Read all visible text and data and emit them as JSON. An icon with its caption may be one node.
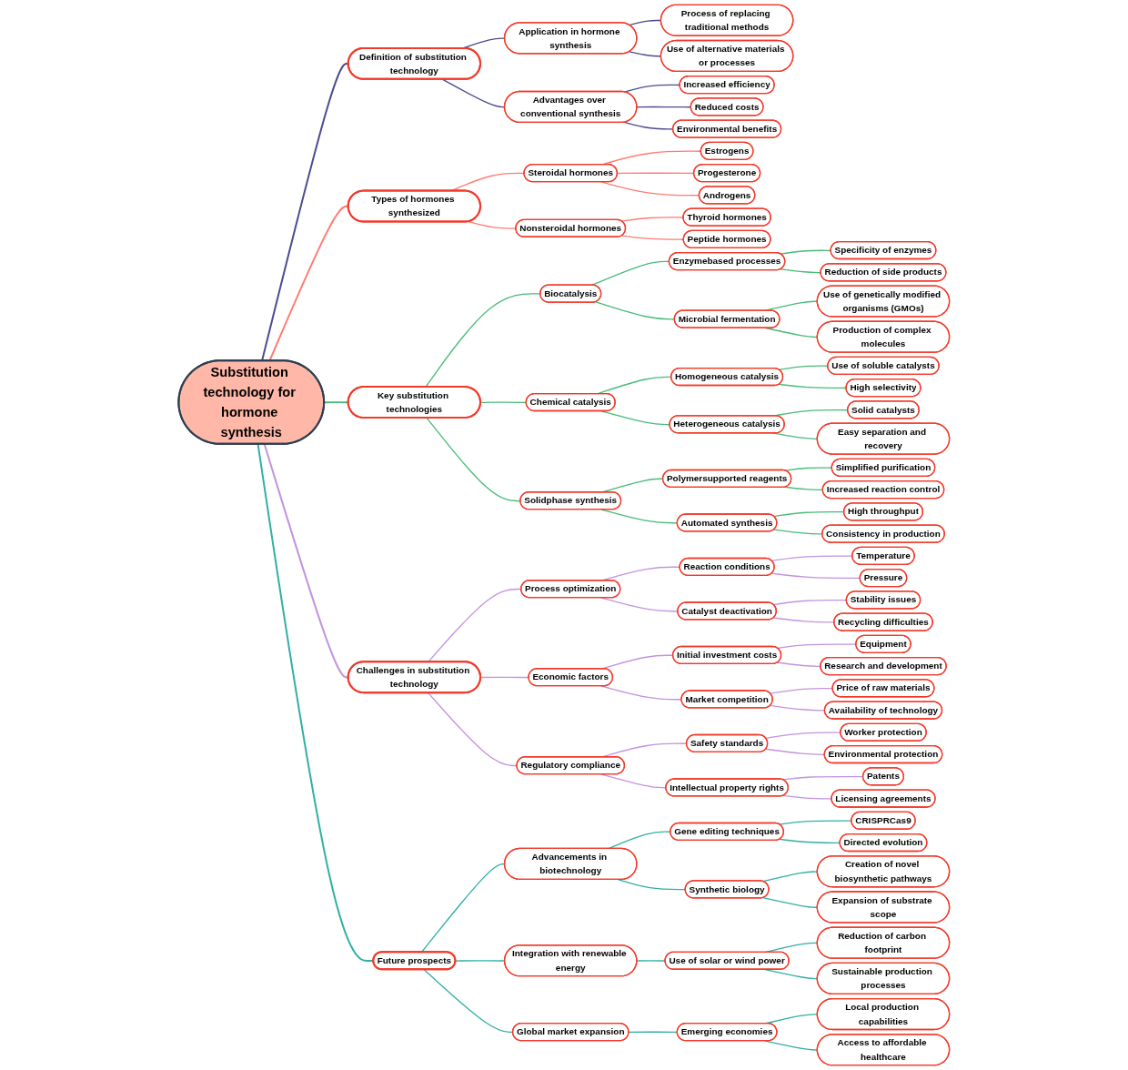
{
  "diagram": {
    "nodes": [
      {
        "text": [
          "Substitution technology for hormone synthesis"
        ]
      },
      {
        "text": [
          "Definition of substitution technology"
        ]
      },
      {
        "text": [
          "Application in hormone synthesis"
        ]
      },
      {
        "text": [
          "Process of replacing traditional methods"
        ]
      },
      {
        "text": [
          "Use of alternative materials or processes"
        ]
      },
      {
        "text": [
          "Advantages over conventional synthesis"
        ]
      },
      {
        "text": [
          "Increased efficiency"
        ]
      },
      {
        "text": [
          "Reduced costs"
        ]
      },
      {
        "text": [
          "Environmental benefits"
        ]
      },
      {
        "text": [
          "Types of hormones synthesized"
        ]
      },
      {
        "text": [
          "Steroidal hormones"
        ]
      },
      {
        "text": [
          "Estrogens"
        ]
      },
      {
        "text": [
          "Progesterone"
        ]
      },
      {
        "text": [
          "Androgens"
        ]
      },
      {
        "text": [
          "Nonsteroidal hormones"
        ]
      },
      {
        "text": [
          "Thyroid hormones"
        ]
      },
      {
        "text": [
          "Peptide hormones"
        ]
      },
      {
        "text": [
          "Key substitution technologies"
        ]
      },
      {
        "text": [
          "Biocatalysis"
        ]
      },
      {
        "text": [
          "Enzymebased processes"
        ]
      },
      {
        "text": [
          "Specificity of enzymes"
        ]
      },
      {
        "text": [
          "Reduction of side products"
        ]
      },
      {
        "text": [
          "Microbial fermentation"
        ]
      },
      {
        "text": [
          "Use of genetically modified organisms (GMOs)"
        ]
      },
      {
        "text": [
          "Production of complex molecules"
        ]
      },
      {
        "text": [
          "Chemical catalysis"
        ]
      },
      {
        "text": [
          "Homogeneous catalysis"
        ]
      },
      {
        "text": [
          "Use of soluble catalysts"
        ]
      },
      {
        "text": [
          "High selectivity"
        ]
      },
      {
        "text": [
          "Heterogeneous catalysis"
        ]
      },
      {
        "text": [
          "Solid catalysts"
        ]
      },
      {
        "text": [
          "Easy separation and recovery"
        ]
      },
      {
        "text": [
          "Solidphase synthesis"
        ]
      },
      {
        "text": [
          "Polymersupported reagents"
        ]
      },
      {
        "text": [
          "Simplified purification"
        ]
      },
      {
        "text": [
          "Increased reaction control"
        ]
      },
      {
        "text": [
          "Automated synthesis"
        ]
      },
      {
        "text": [
          "High throughput"
        ]
      },
      {
        "text": [
          "Consistency in production"
        ]
      },
      {
        "text": [
          "Challenges in substitution technology"
        ]
      },
      {
        "text": [
          "Process optimization"
        ]
      },
      {
        "text": [
          "Reaction conditions"
        ]
      },
      {
        "text": [
          "Temperature"
        ]
      },
      {
        "text": [
          "Pressure"
        ]
      },
      {
        "text": [
          "Catalyst deactivation"
        ]
      },
      {
        "text": [
          "Stability issues"
        ]
      },
      {
        "text": [
          "Recycling difficulties"
        ]
      },
      {
        "text": [
          "Economic factors"
        ]
      },
      {
        "text": [
          "Initial investment costs"
        ]
      },
      {
        "text": [
          "Equipment"
        ]
      },
      {
        "text": [
          "Research and development"
        ]
      },
      {
        "text": [
          "Market competition"
        ]
      },
      {
        "text": [
          "Price of raw materials"
        ]
      },
      {
        "text": [
          "Availability of technology"
        ]
      },
      {
        "text": [
          "Regulatory compliance"
        ]
      },
      {
        "text": [
          "Safety standards"
        ]
      },
      {
        "text": [
          "Worker protection"
        ]
      },
      {
        "text": [
          "Environmental protection"
        ]
      },
      {
        "text": [
          "Intellectual property rights"
        ]
      },
      {
        "text": [
          "Patents"
        ]
      },
      {
        "text": [
          "Licensing agreements"
        ]
      },
      {
        "text": [
          "Future prospects"
        ]
      },
      {
        "text": [
          "Advancements in biotechnology"
        ]
      },
      {
        "text": [
          "Gene editing techniques"
        ]
      },
      {
        "text": [
          "CRISPRCas9"
        ]
      },
      {
        "text": [
          "Directed evolution"
        ]
      },
      {
        "text": [
          "Synthetic biology"
        ]
      },
      {
        "text": [
          "Creation of novel biosynthetic pathways"
        ]
      },
      {
        "text": [
          "Expansion of substrate scope"
        ]
      },
      {
        "text": [
          "Integration with renewable energy"
        ]
      },
      {
        "text": [
          "Use of solar or wind power"
        ]
      },
      {
        "text": [
          "Reduction of carbon footprint"
        ]
      },
      {
        "text": [
          "Sustainable production processes"
        ]
      },
      {
        "text": [
          "Global market expansion"
        ]
      },
      {
        "text": [
          "Emerging economies"
        ]
      },
      {
        "text": [
          "Local production capabilities"
        ]
      },
      {
        "text": [
          "Access to affordable healthcare"
        ]
      }
    ],
    "edges": [
      {
        "from": 0,
        "to": 1,
        "arrow": "none",
        "color": "#4b4b8f"
      },
      {
        "from": 1,
        "to": 2,
        "arrow": "none",
        "color": "#4b4b8f"
      },
      {
        "from": 2,
        "to": 3,
        "arrow": "none",
        "color": "#4b4b8f"
      },
      {
        "from": 2,
        "to": 4,
        "arrow": "none",
        "color": "#4b4b8f"
      },
      {
        "from": 1,
        "to": 5,
        "arrow": "none",
        "color": "#4b4b8f"
      },
      {
        "from": 5,
        "to": 6,
        "arrow": "none",
        "color": "#4b4b8f"
      },
      {
        "from": 5,
        "to": 7,
        "arrow": "none",
        "color": "#4b4b8f"
      },
      {
        "from": 5,
        "to": 8,
        "arrow": "none",
        "color": "#4b4b8f"
      },
      {
        "from": 0,
        "to": 9,
        "arrow": "none",
        "color": "#ff7b72"
      },
      {
        "from": 9,
        "to": 10,
        "arrow": "none",
        "color": "#ff7b72"
      },
      {
        "from": 10,
        "to": 11,
        "arrow": "none",
        "color": "#ff7b72"
      },
      {
        "from": 10,
        "to": 12,
        "arrow": "none",
        "color": "#ff7b72"
      },
      {
        "from": 10,
        "to": 13,
        "arrow": "none",
        "color": "#ff7b72"
      },
      {
        "from": 9,
        "to": 14,
        "arrow": "none",
        "color": "#ff7b72"
      },
      {
        "from": 14,
        "to": 15,
        "arrow": "none",
        "color": "#ff7b72"
      },
      {
        "from": 14,
        "to": 16,
        "arrow": "none",
        "color": "#ff7b72"
      },
      {
        "from": 0,
        "to": 17,
        "arrow": "none",
        "color": "#48bb78"
      },
      {
        "from": 17,
        "to": 18,
        "arrow": "none",
        "color": "#48bb78"
      },
      {
        "from": 18,
        "to": 19,
        "arrow": "none",
        "color": "#48bb78"
      },
      {
        "from": 19,
        "to": 20,
        "arrow": "none",
        "color": "#48bb78"
      },
      {
        "from": 19,
        "to": 21,
        "arrow": "none",
        "color": "#48bb78"
      },
      {
        "from": 18,
        "to": 22,
        "arrow": "none",
        "color": "#48bb78"
      },
      {
        "from": 22,
        "to": 23,
        "arrow": "none",
        "color": "#48bb78"
      },
      {
        "from": 22,
        "to": 24,
        "arrow": "none",
        "color": "#48bb78"
      },
      {
        "from": 17,
        "to": 25,
        "arrow": "none",
        "color": "#48bb78"
      },
      {
        "from": 25,
        "to": 26,
        "arrow": "none",
        "color": "#48bb78"
      },
      {
        "from": 26,
        "to": 27,
        "arrow": "none",
        "color": "#48bb78"
      },
      {
        "from": 26,
        "to": 28,
        "arrow": "none",
        "color": "#48bb78"
      },
      {
        "from": 25,
        "to": 29,
        "arrow": "none",
        "color": "#48bb78"
      },
      {
        "from": 29,
        "to": 30,
        "arrow": "none",
        "color": "#48bb78"
      },
      {
        "from": 29,
        "to": 31,
        "arrow": "none",
        "color": "#48bb78"
      },
      {
        "from": 17,
        "to": 32,
        "arrow": "none",
        "color": "#48bb78"
      },
      {
        "from": 32,
        "to": 33,
        "arrow": "none",
        "color": "#48bb78"
      },
      {
        "from": 33,
        "to": 34,
        "arrow": "none",
        "color": "#48bb78"
      },
      {
        "from": 33,
        "to": 35,
        "arrow": "none",
        "color": "#48bb78"
      },
      {
        "from": 32,
        "to": 36,
        "arrow": "none",
        "color": "#48bb78"
      },
      {
        "from": 36,
        "to": 37,
        "arrow": "none",
        "color": "#48bb78"
      },
      {
        "from": 36,
        "to": 38,
        "arrow": "none",
        "color": "#48bb78"
      },
      {
        "from": 0,
        "to": 39,
        "arrow": "none",
        "color": "#c293e0"
      },
      {
        "from": 39,
        "to": 40,
        "arrow": "none",
        "color": "#c293e0"
      },
      {
        "from": 40,
        "to": 41,
        "arrow": "none",
        "color": "#c293e0"
      },
      {
        "from": 41,
        "to": 42,
        "arrow": "none",
        "color": "#c293e0"
      },
      {
        "from": 41,
        "to": 43,
        "arrow": "none",
        "color": "#c293e0"
      },
      {
        "from": 40,
        "to": 44,
        "arrow": "none",
        "color": "#c293e0"
      },
      {
        "from": 44,
        "to": 45,
        "arrow": "none",
        "color": "#c293e0"
      },
      {
        "from": 44,
        "to": 46,
        "arrow": "none",
        "color": "#c293e0"
      },
      {
        "from": 39,
        "to": 47,
        "arrow": "none",
        "color": "#c293e0"
      },
      {
        "from": 47,
        "to": 48,
        "arrow": "none",
        "color": "#c293e0"
      },
      {
        "from": 48,
        "to": 49,
        "arrow": "none",
        "color": "#c293e0"
      },
      {
        "from": 48,
        "to": 50,
        "arrow": "none",
        "color": "#c293e0"
      },
      {
        "from": 47,
        "to": 51,
        "arrow": "none",
        "color": "#c293e0"
      },
      {
        "from": 51,
        "to": 52,
        "arrow": "none",
        "color": "#c293e0"
      },
      {
        "from": 51,
        "to": 53,
        "arrow": "none",
        "color": "#c293e0"
      },
      {
        "from": 39,
        "to": 54,
        "arrow": "none",
        "color": "#c293e0"
      },
      {
        "from": 54,
        "to": 55,
        "arrow": "none",
        "color": "#c293e0"
      },
      {
        "from": 55,
        "to": 56,
        "arrow": "none",
        "color": "#c293e0"
      },
      {
        "from": 55,
        "to": 57,
        "arrow": "none",
        "color": "#c293e0"
      },
      {
        "from": 54,
        "to": 58,
        "arrow": "none",
        "color": "#c293e0"
      },
      {
        "from": 58,
        "to": 59,
        "arrow": "none",
        "color": "#c293e0"
      },
      {
        "from": 58,
        "to": 60,
        "arrow": "none",
        "color": "#c293e0"
      },
      {
        "from": 0,
        "to": 61,
        "arrow": "none",
        "color": "#2fb0a4"
      },
      {
        "from": 61,
        "to": 62,
        "arrow": "none",
        "color": "#2fb0a4"
      },
      {
        "from": 62,
        "to": 63,
        "arrow": "none",
        "color": "#2fb0a4"
      },
      {
        "from": 63,
        "to": 64,
        "arrow": "none",
        "color": "#2fb0a4"
      },
      {
        "from": 63,
        "to": 65,
        "arrow": "none",
        "color": "#2fb0a4"
      },
      {
        "from": 62,
        "to": 66,
        "arrow": "none",
        "color": "#2fb0a4"
      },
      {
        "from": 66,
        "to": 67,
        "arrow": "none",
        "color": "#2fb0a4"
      },
      {
        "from": 66,
        "to": 68,
        "arrow": "none",
        "color": "#2fb0a4"
      },
      {
        "from": 61,
        "to": 69,
        "arrow": "none",
        "color": "#2fb0a4"
      },
      {
        "from": 69,
        "to": 70,
        "arrow": "none",
        "color": "#2fb0a4"
      },
      {
        "from": 70,
        "to": 71,
        "arrow": "none",
        "color": "#2fb0a4"
      },
      {
        "from": 70,
        "to": 72,
        "arrow": "none",
        "color": "#2fb0a4"
      },
      {
        "from": 61,
        "to": 73,
        "arrow": "none",
        "color": "#2fb0a4"
      },
      {
        "from": 73,
        "to": 74,
        "arrow": "none",
        "color": "#2fb0a4"
      },
      {
        "from": 74,
        "to": 75,
        "arrow": "none",
        "color": "#2fb0a4"
      },
      {
        "from": 74,
        "to": 76,
        "arrow": "none",
        "color": "#2fb0a4"
      }
    ]
  }
}
